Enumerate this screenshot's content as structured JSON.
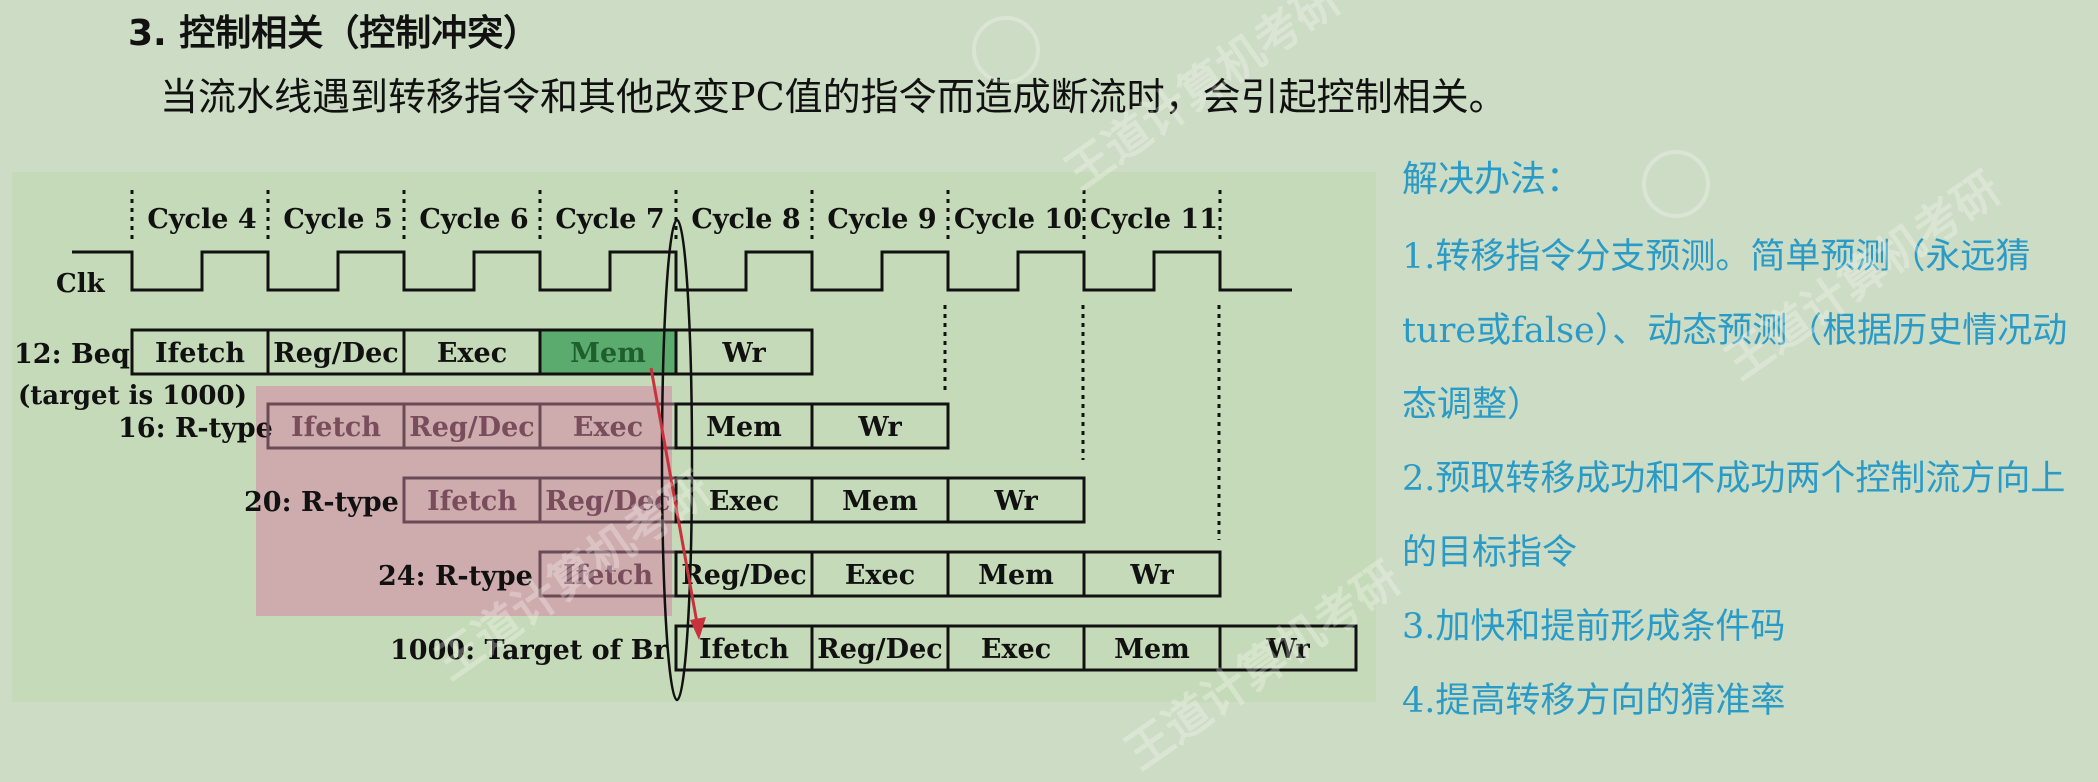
{
  "title": "3. 控制相关（控制冲突）",
  "intro": "当流水线遇到转移指令和其他改变PC值的指令而造成断流时，会引起控制相关。",
  "diagram": {
    "cycles": [
      "Cycle 4",
      "Cycle 5",
      "Cycle 6",
      "Cycle 7",
      "Cycle 8",
      "Cycle 9",
      "Cycle 10",
      "Cycle 11"
    ],
    "clk_label": "Clk",
    "instructions": [
      {
        "label": "12: Beq",
        "sublabel": "(target is 1000)",
        "stages": [
          "Ifetch",
          "Reg/Dec",
          "Exec",
          "Mem",
          "Wr"
        ]
      },
      {
        "label": "16: R-type",
        "stages": [
          "Ifetch",
          "Reg/Dec",
          "Exec",
          "Mem",
          "Wr"
        ]
      },
      {
        "label": "20: R-type",
        "stages": [
          "Ifetch",
          "Reg/Dec",
          "Exec",
          "Mem",
          "Wr"
        ]
      },
      {
        "label": "24: R-type",
        "stages": [
          "Ifetch",
          "Reg/Dec",
          "Exec",
          "Mem",
          "Wr"
        ]
      },
      {
        "label": "1000: Target of Br",
        "stages": [
          "Ifetch",
          "Reg/Dec",
          "Exec",
          "Mem",
          "Wr"
        ]
      }
    ],
    "colors": {
      "stall_region": "#cfa3ac",
      "mem_highlight": "#5bab6f",
      "arrow": "#c8323c"
    }
  },
  "solutions": {
    "title": "解决办法：",
    "items": [
      "1.转移指令分支预测。简单预测（永远猜ture或false）、动态预测（根据历史情况动态调整）",
      "2.预取转移成功和不成功两个控制流方向上的目标指令",
      "3.加快和提前形成条件码",
      "4.提高转移方向的猜准率"
    ]
  },
  "watermark": {
    "text": "王道计算机考研",
    "url": "www.cskaoyan.com"
  }
}
